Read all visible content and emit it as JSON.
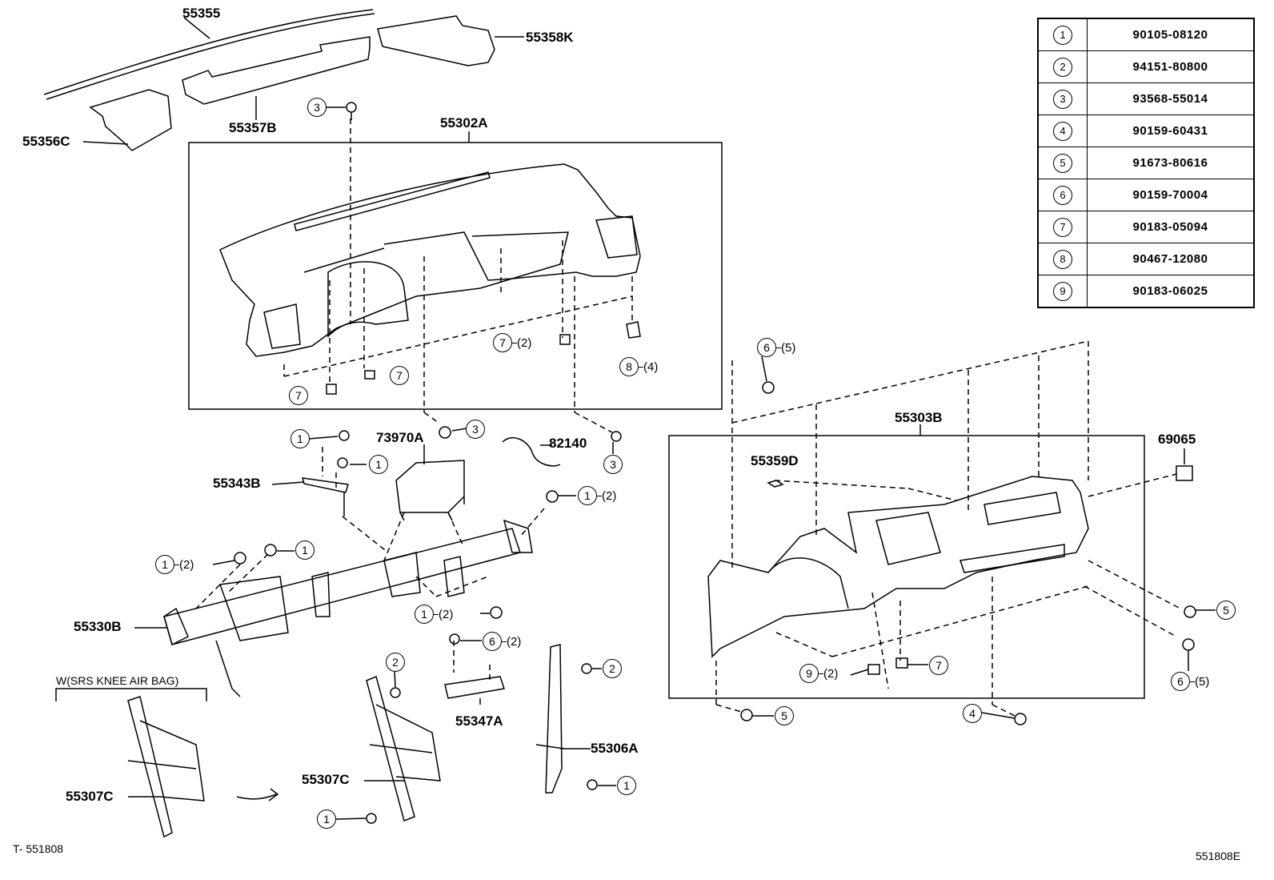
{
  "labels": {
    "p55355": "55355",
    "p55358K": "55358K",
    "p55357B": "55357B",
    "p55356C": "55356C",
    "p55302A": "55302A",
    "p55303B": "55303B",
    "p69065": "69065",
    "p55359D": "55359D",
    "p73970A": "73970A",
    "p82140": "82140",
    "p55343B": "55343B",
    "p55330B": "55330B",
    "p55347A": "55347A",
    "p55306A": "55306A",
    "p55307C_left": "55307C",
    "p55307C_mid": "55307C",
    "knee_note": "W(SRS KNEE AIR BAG)",
    "footer_left": "T- 551808",
    "footer_right": "551808E"
  },
  "callouts": {
    "c_3_top": {
      "num": "3",
      "qty": ""
    },
    "c_7_2": {
      "num": "7",
      "qty": "(2)"
    },
    "c_8_4": {
      "num": "8",
      "qty": "(4)"
    },
    "c_7_mid": {
      "num": "7",
      "qty": ""
    },
    "c_7_low": {
      "num": "7",
      "qty": ""
    },
    "c_3_mid": {
      "num": "3",
      "qty": ""
    },
    "c_3_right": {
      "num": "3",
      "qty": ""
    },
    "c_1_a": {
      "num": "1",
      "qty": ""
    },
    "c_1_b": {
      "num": "1",
      "qty": ""
    },
    "c_1_2_right": {
      "num": "1",
      "qty": "(2)"
    },
    "c_1_2_left": {
      "num": "1",
      "qty": "(2)"
    },
    "c_1_c": {
      "num": "1",
      "qty": ""
    },
    "c_1_2_bot": {
      "num": "1",
      "qty": "(2)"
    },
    "c_6_2": {
      "num": "6",
      "qty": "(2)"
    },
    "c_2_a": {
      "num": "2",
      "qty": ""
    },
    "c_2_b": {
      "num": "2",
      "qty": ""
    },
    "c_1_d": {
      "num": "1",
      "qty": ""
    },
    "c_1_e": {
      "num": "1",
      "qty": ""
    },
    "c_6_5_top": {
      "num": "6",
      "qty": "(5)"
    },
    "c_5_right": {
      "num": "5",
      "qty": ""
    },
    "c_6_5_right": {
      "num": "6",
      "qty": "(5)"
    },
    "c_9_2": {
      "num": "9",
      "qty": "(2)"
    },
    "c_7_box": {
      "num": "7",
      "qty": ""
    },
    "c_5_bot": {
      "num": "5",
      "qty": ""
    },
    "c_4_bot": {
      "num": "4",
      "qty": ""
    }
  },
  "legend": [
    {
      "key": "1",
      "part": "90105-08120"
    },
    {
      "key": "2",
      "part": "94151-80800"
    },
    {
      "key": "3",
      "part": "93568-55014"
    },
    {
      "key": "4",
      "part": "90159-60431"
    },
    {
      "key": "5",
      "part": "91673-80616"
    },
    {
      "key": "6",
      "part": "90159-70004"
    },
    {
      "key": "7",
      "part": "90183-05094"
    },
    {
      "key": "8",
      "part": "90467-12080"
    },
    {
      "key": "9",
      "part": "90183-06025"
    }
  ]
}
